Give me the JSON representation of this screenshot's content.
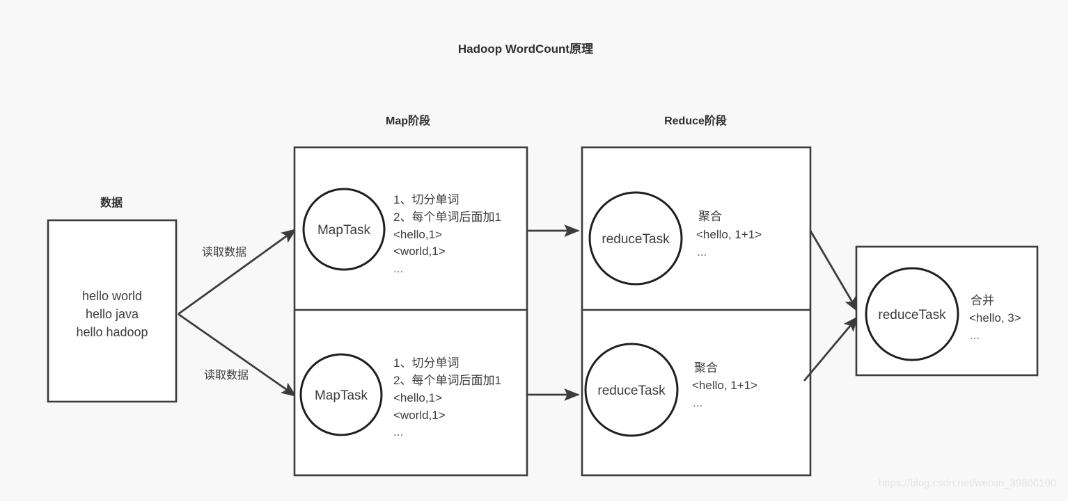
{
  "page": {
    "title": "Hadoop WordCount原理",
    "background_color": "#f8f8f8",
    "stroke_color": "#3c3c3c",
    "text_color": "#3d3d3d"
  },
  "labels": {
    "data_label": "数据",
    "map_stage": "Map阶段",
    "reduce_stage": "Reduce阶段"
  },
  "data_box": {
    "line1": "hello world",
    "line2": "hello java",
    "line3": "hello hadoop"
  },
  "edges": {
    "read_data_top": "读取数据",
    "read_data_bottom": "读取数据"
  },
  "map_tasks": [
    {
      "circle_label": "MapTask",
      "lines": [
        "1、切分单词",
        "2、每个单词后面加1",
        "<hello,1>",
        "<world,1>",
        "..."
      ]
    },
    {
      "circle_label": "MapTask",
      "lines": [
        "1、切分单词",
        "2、每个单词后面加1",
        "<hello,1>",
        "<world,1>",
        "..."
      ]
    }
  ],
  "reduce_tasks": [
    {
      "circle_label": "reduceTask",
      "lines": [
        "聚合",
        "<hello, 1+1>",
        "..."
      ]
    },
    {
      "circle_label": "reduceTask",
      "lines": [
        "聚合",
        "<hello, 1+1>",
        "..."
      ]
    }
  ],
  "final_task": {
    "circle_label": "reduceTask",
    "lines": [
      "合并",
      "<hello, 3>",
      "..."
    ]
  },
  "watermark": {
    "text": "https://blog.csdn.net/weixin_39806100"
  }
}
